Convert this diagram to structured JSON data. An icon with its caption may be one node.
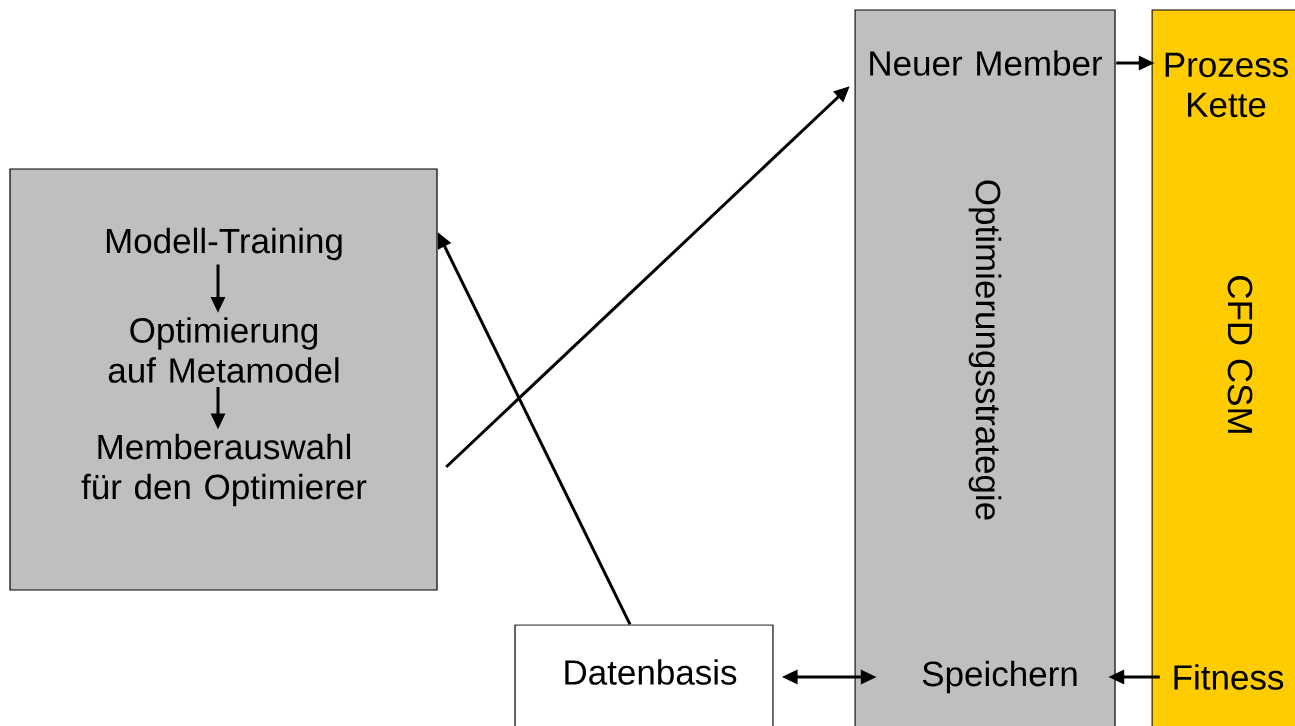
{
  "diagram": {
    "nodes": [
      {
        "text": [],
        "shape": "box"
      },
      {
        "text": [
          "Modell-Training"
        ],
        "in": 0
      },
      {
        "text": [
          "Optimierung auf Metamodel"
        ],
        "in": 0
      },
      {
        "text": [
          "Memberauswahl für den Optimierer"
        ],
        "in": 0
      },
      {
        "text": [
          "Datenbasis"
        ]
      },
      {
        "text": [
          "Optimierungsstrategie"
        ]
      },
      {
        "text": [
          "Neuer Member"
        ],
        "in": 5
      },
      {
        "text": [
          "Speichern"
        ],
        "in": 5
      },
      {
        "text": [
          "CFD   CSM"
        ]
      },
      {
        "text": [
          "Prozess Kette"
        ],
        "in": 8
      },
      {
        "text": [
          "Fitness"
        ],
        "in": 8
      }
    ],
    "edges": [
      {
        "from": 1,
        "to": 2,
        "arrow": "to"
      },
      {
        "from": 2,
        "to": 3,
        "arrow": "to"
      },
      {
        "from": 3,
        "to": 6,
        "arrow": "to"
      },
      {
        "from": 4,
        "to": 0,
        "arrow": "to"
      },
      {
        "from": 6,
        "to": 9,
        "arrow": "to"
      },
      {
        "from": 10,
        "to": 7,
        "arrow": "to"
      },
      {
        "from": 4,
        "to": 7,
        "arrow": "both"
      }
    ]
  }
}
